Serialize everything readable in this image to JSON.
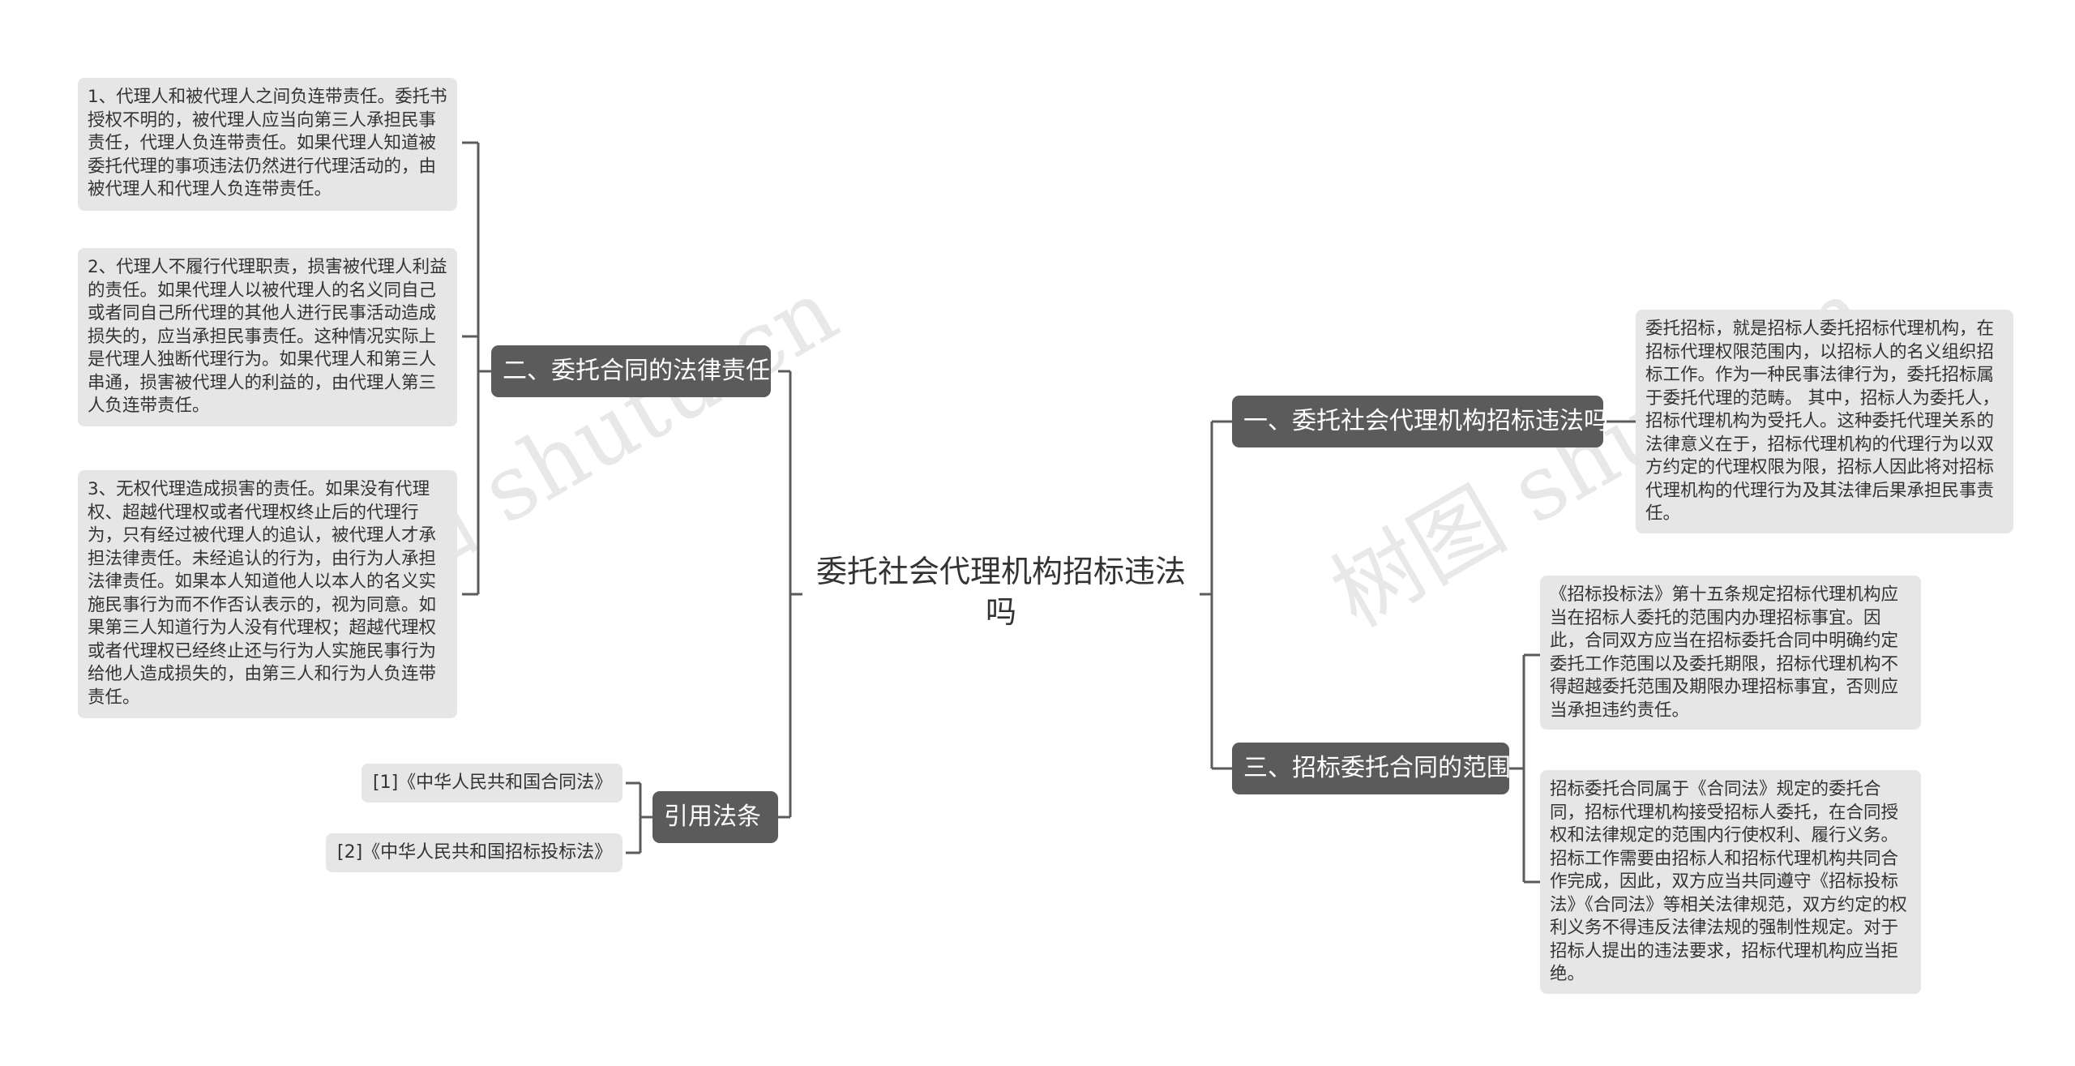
{
  "watermark": "树图 shutu.cn",
  "center_topic": "委托社会代理机构招标违法吗",
  "left_branches": [
    {
      "label": "二、委托合同的法律责任",
      "leaves": [
        "1、代理人和被代理人之间负连带责任。委托书授权不明的，被代理人应当向第三人承担民事责任，代理人负连带责任。如果代理人知道被委托代理的事项违法仍然进行代理活动的，由被代理人和代理人负连带责任。",
        "2、代理人不履行代理职责，损害被代理人利益的责任。如果代理人以被代理人的名义同自己或者同自己所代理的其他人进行民事活动造成损失的，应当承担民事责任。这种情况实际上是代理人独断代理行为。如果代理人和第三人串通，损害被代理人的利益的，由代理人第三人负连带责任。",
        "3、无权代理造成损害的责任。如果没有代理权、超越代理权或者代理权终止后的代理行为，只有经过被代理人的追认，被代理人才承担法律责任。未经追认的行为，由行为人承担法律责任。如果本人知道他人以本人的名义实施民事行为而不作否认表示的，视为同意。如果第三人知道行为人没有代理权；超越代理权或者代理权已经终止还与行为人实施民事行为给他人造成损失的，由第三人和行为人负连带责任。"
      ]
    },
    {
      "label": "引用法条",
      "leaves": [
        "[1]《中华人民共和国合同法》",
        "[2]《中华人民共和国招标投标法》"
      ]
    }
  ],
  "right_branches": [
    {
      "label": "一、委托社会代理机构招标违法吗",
      "leaves": [
        "委托招标，就是招标人委托招标代理机构，在招标代理权限范围内，以招标人的名义组织招标工作。作为一种民事法律行为，委托招标属于委托代理的范畴。 其中，招标人为委托人，招标代理机构为受托人。这种委托代理关系的法律意义在于，招标代理机构的代理行为以双方约定的代理权限为限，招标人因此将对招标代理机构的代理行为及其法律后果承担民事责任。"
      ]
    },
    {
      "label": "三、招标委托合同的范围",
      "leaves": [
        "《招标投标法》第十五条规定招标代理机构应当在招标人委托的范围内办理招标事宜。因此，合同双方应当在招标委托合同中明确约定委托工作范围以及委托期限，招标代理机构不得超越委托范围及期限办理招标事宜，否则应当承担违约责任。",
        "招标委托合同属于《合同法》规定的委托合同，招标代理机构接受招标人委托，在合同授权和法律规定的范围内行使权利、履行义务。招标工作需要由招标人和招标代理机构共同合作完成，因此，双方应当共同遵守《招标投标法》《合同法》等相关法律规范，双方约定的权利义务不得违反法律法规的强制性规定。对于招标人提出的违法要求，招标代理机构应当拒绝。"
      ]
    }
  ]
}
